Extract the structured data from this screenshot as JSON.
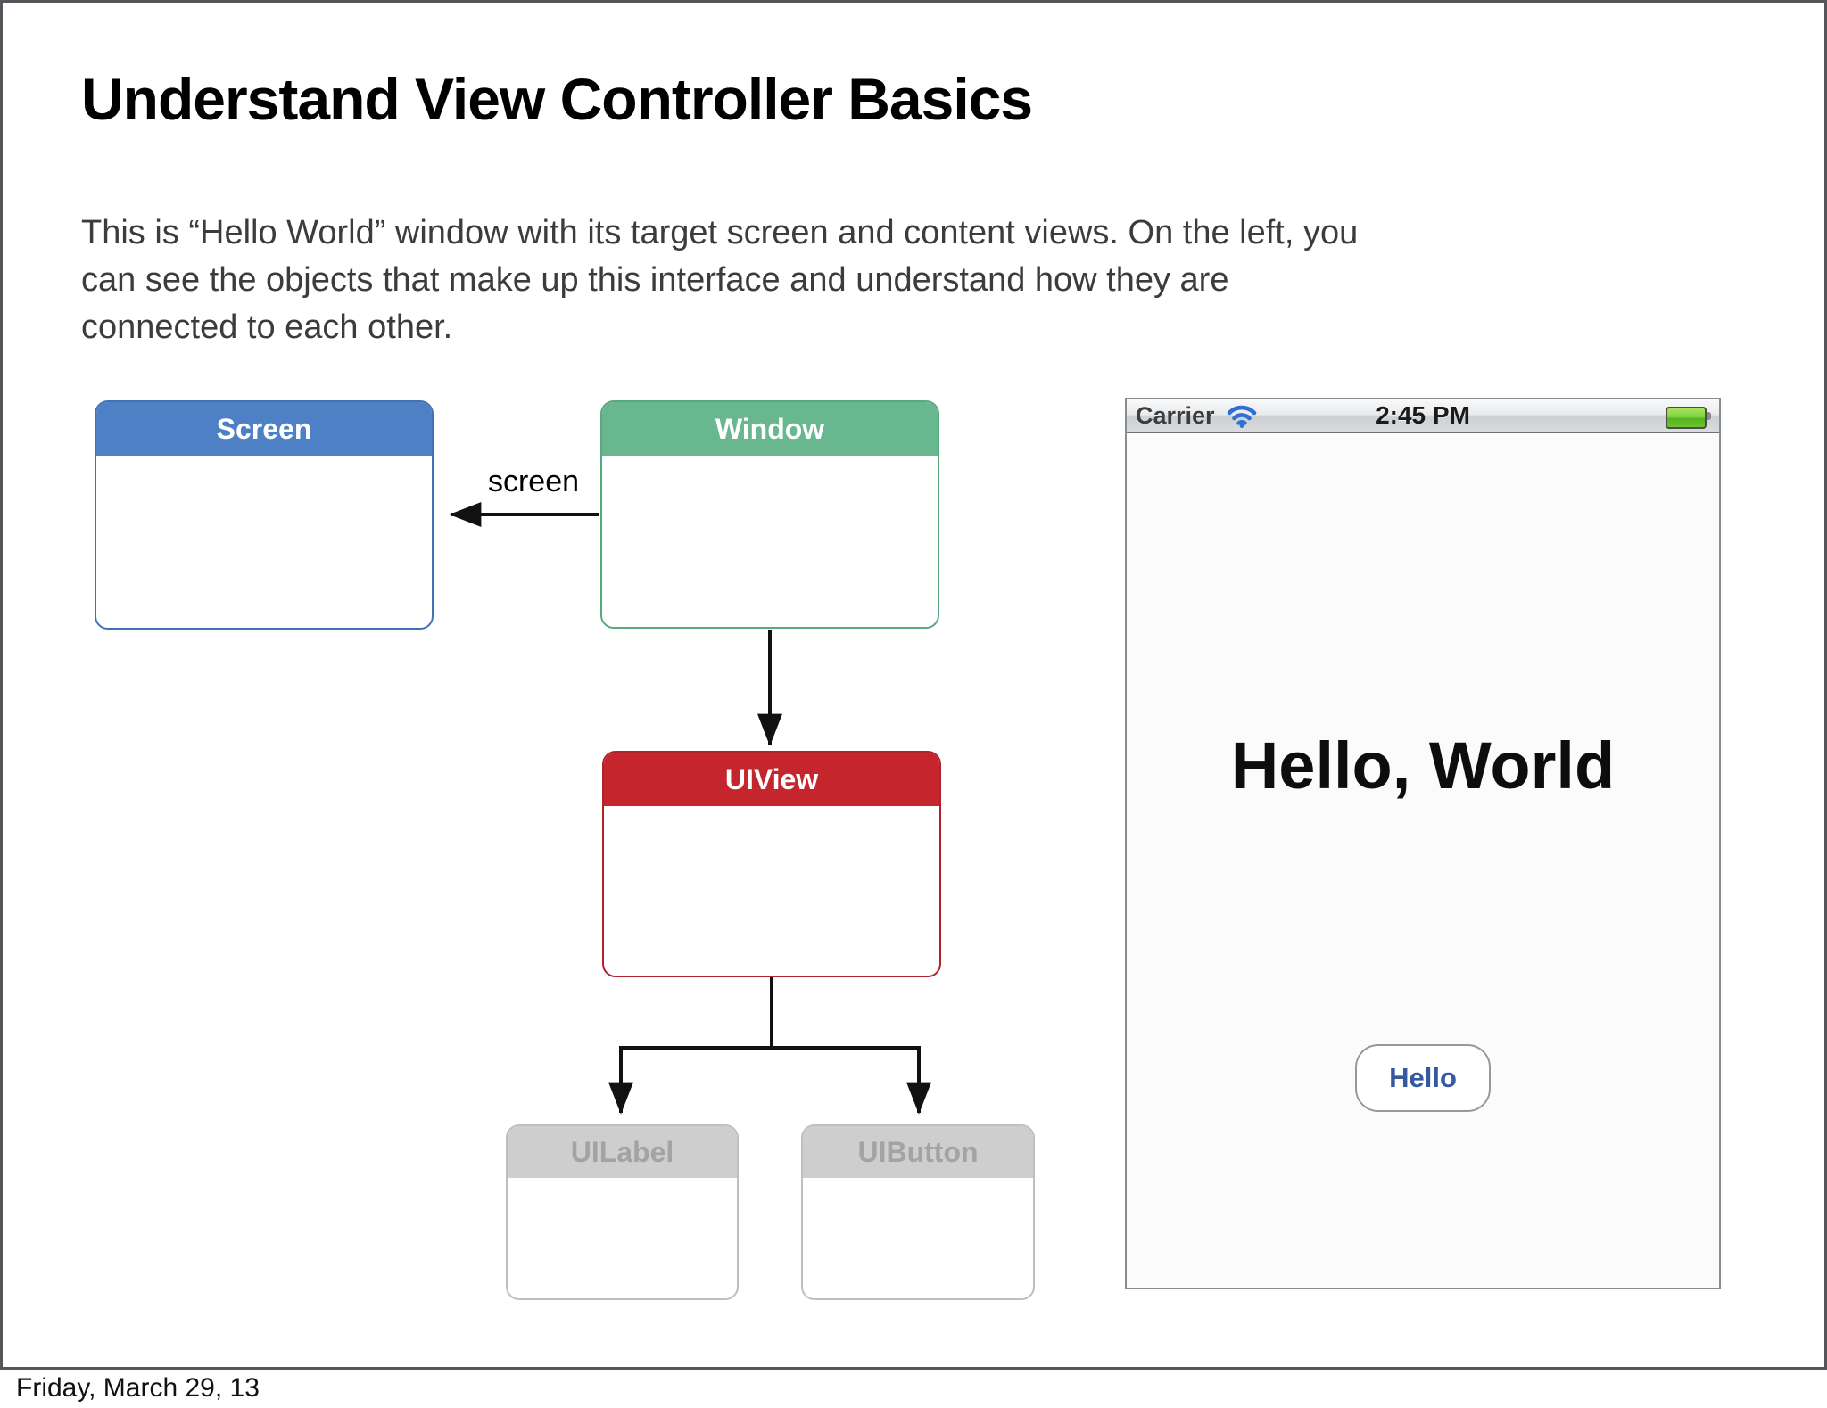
{
  "slide": {
    "title": "Understand View Controller Basics",
    "paragraph_lines": [
      "This is “Hello World” window with its target screen and content views. On the left, you",
      "can see the objects that make up this interface and understand how they are",
      "connected to each other."
    ],
    "footer": "Friday, March 29, 13"
  },
  "diagram": {
    "boxes": [
      {
        "id": "screen",
        "label": "Screen",
        "header_color": "#4d80c4",
        "border_color": "#4272b4",
        "label_color": "#ffffff"
      },
      {
        "id": "window",
        "label": "Window",
        "header_color": "#68b78e",
        "border_color": "#58a97e",
        "label_color": "#ffffff"
      },
      {
        "id": "uiview",
        "label": "UIView",
        "header_color": "#c5262d",
        "border_color": "#b2222a",
        "label_color": "#ffffff"
      },
      {
        "id": "uilabel",
        "label": "UILabel",
        "header_color": "#cecece",
        "border_color": "#bfbfbf",
        "label_color": "#a3a3a3"
      },
      {
        "id": "uibutton",
        "label": "UIButton",
        "header_color": "#cecece",
        "border_color": "#bfbfbf",
        "label_color": "#a3a3a3"
      }
    ],
    "edge_label": "screen",
    "arrow_color": "#111111"
  },
  "phone": {
    "status_bar": {
      "carrier": "Carrier",
      "time": "2:45 PM",
      "wifi_icon": "wifi",
      "battery_icon": "battery-full",
      "wifi_color": "#2e6fd8",
      "battery_color": "#7ed43e"
    },
    "label_text": "Hello, World",
    "button_label": "Hello",
    "button_text_color": "#36589e"
  }
}
